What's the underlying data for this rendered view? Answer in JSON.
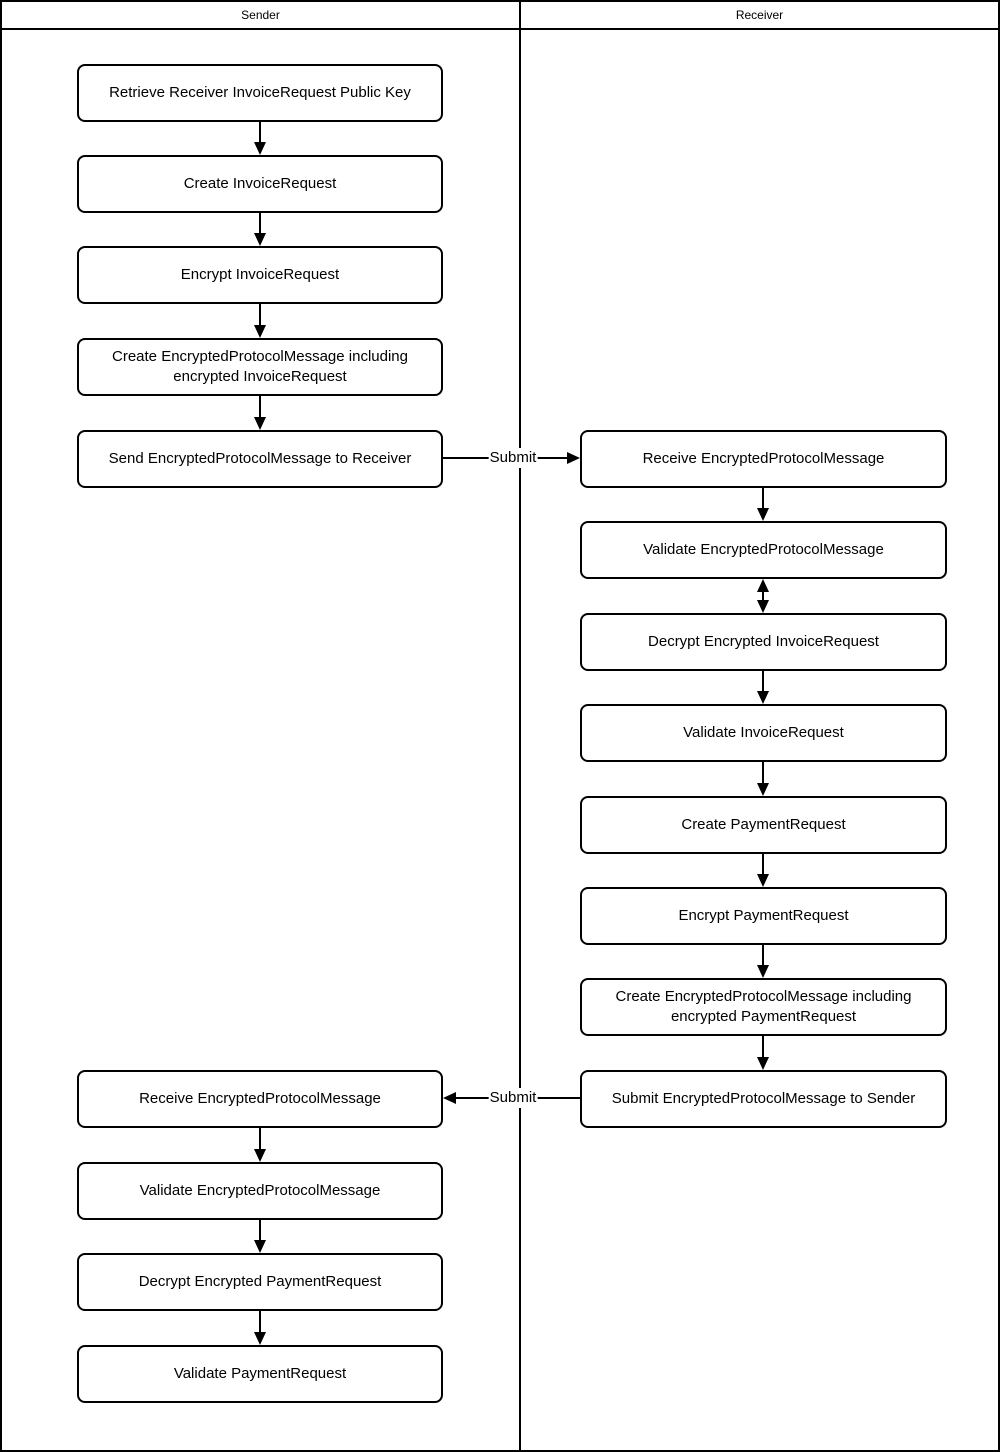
{
  "diagram": {
    "lanes": [
      {
        "title": "Sender",
        "boxes": [
          {
            "label": "Retrieve Receiver InvoiceRequest Public Key"
          },
          {
            "label": "Create InvoiceRequest"
          },
          {
            "label": "Encrypt InvoiceRequest"
          },
          {
            "label": "Create EncryptedProtocolMessage including encrypted InvoiceRequest"
          },
          {
            "label": "Send EncryptedProtocolMessage to Receiver"
          },
          {
            "label": "Receive EncryptedProtocolMessage"
          },
          {
            "label": "Validate EncryptedProtocolMessage"
          },
          {
            "label": "Decrypt Encrypted PaymentRequest"
          },
          {
            "label": "Validate PaymentRequest"
          }
        ]
      },
      {
        "title": "Receiver",
        "boxes": [
          {
            "label": "Receive EncryptedProtocolMessage"
          },
          {
            "label": "Validate EncryptedProtocolMessage"
          },
          {
            "label": "Decrypt Encrypted InvoiceRequest"
          },
          {
            "label": "Validate InvoiceRequest"
          },
          {
            "label": "Create PaymentRequest"
          },
          {
            "label": "Encrypt PaymentRequest"
          },
          {
            "label": "Create EncryptedProtocolMessage including encrypted PaymentRequest"
          },
          {
            "label": "Submit EncryptedProtocolMessage to Sender"
          }
        ]
      }
    ],
    "connectors": {
      "submit_to_receiver_label": "Submit",
      "submit_to_sender_label": "Submit"
    },
    "colors": {
      "stroke": "#000000",
      "background": "#ffffff"
    }
  }
}
